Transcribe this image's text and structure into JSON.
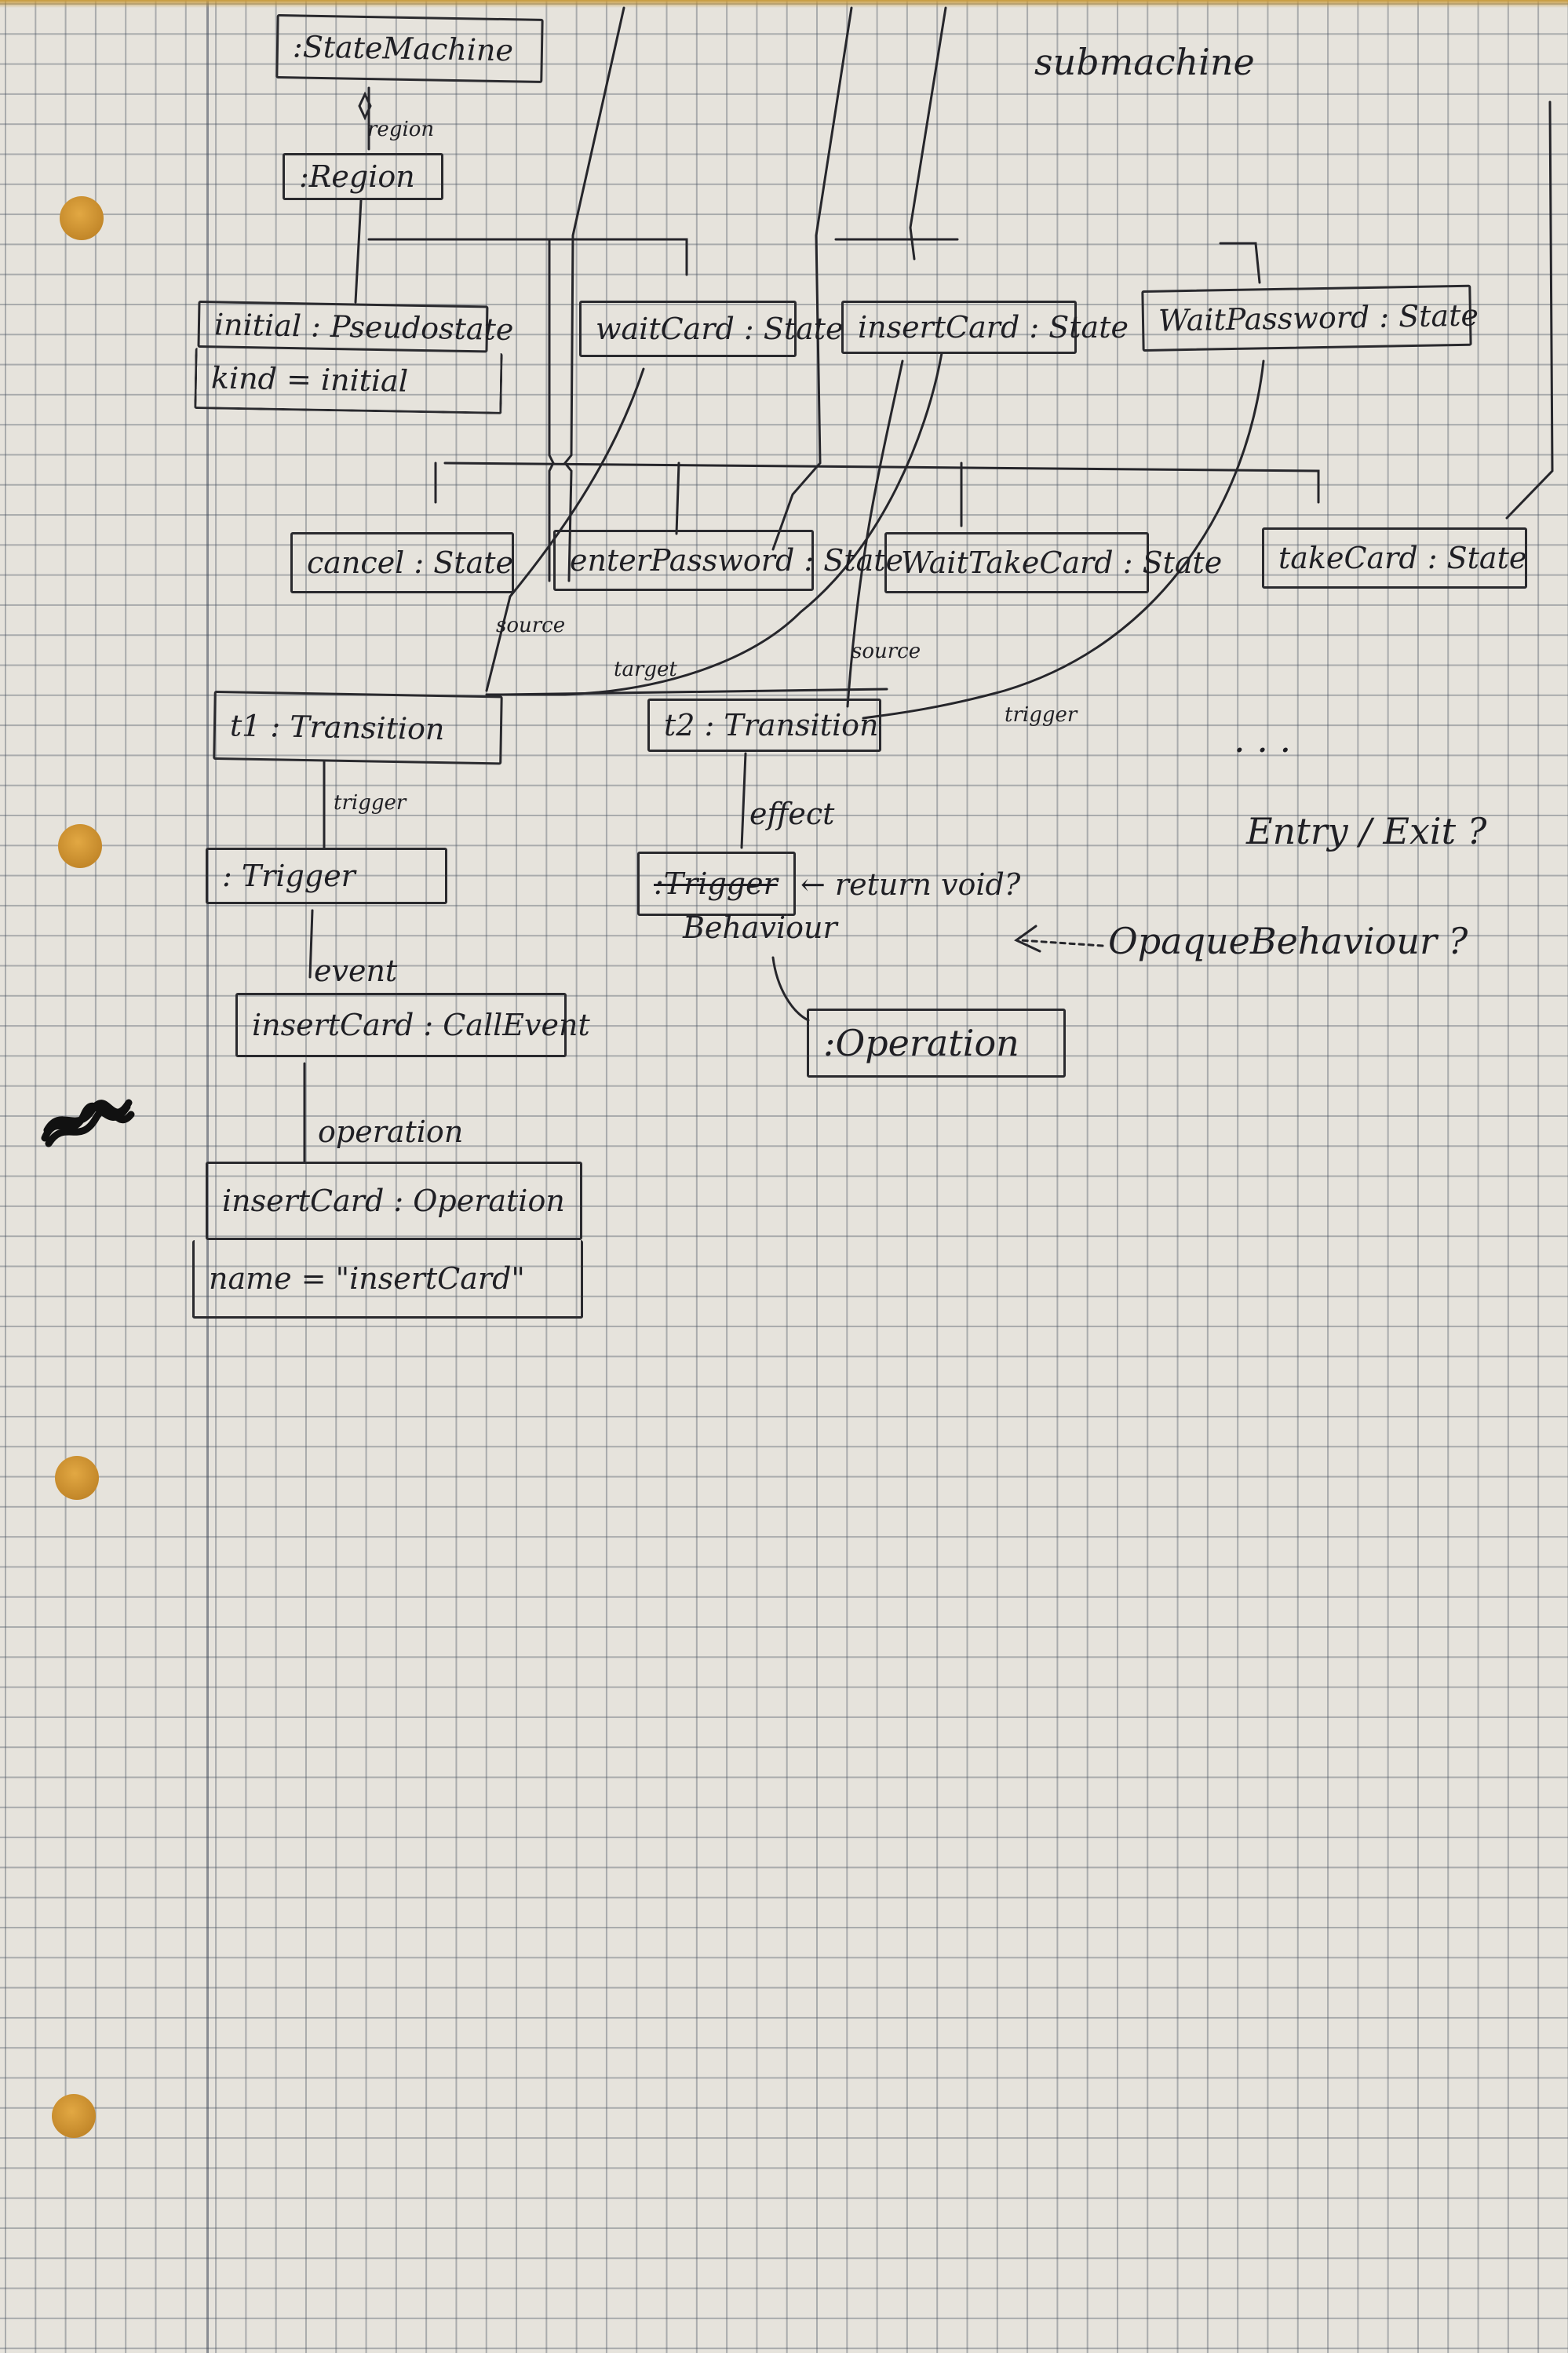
{
  "objects": {
    "state_machine": ":StateMachine",
    "region": ":Region",
    "initial": "initial : Pseudostate",
    "initial_kind": "kind = initial",
    "wait_card": "waitCard : State",
    "insert_card": "insertCard : State",
    "wait_password": "WaitPassword : State",
    "cancel": "cancel : State",
    "enter_password": "enterPassword : State",
    "wait_take_card": "WaitTakeCard : State",
    "take_card": "takeCard : State",
    "t1": "t1 : Transition",
    "t2": "t2 : Transition",
    "trigger": ": Trigger",
    "call_event": "insertCard : CallEvent",
    "operation_insert": "insertCard : Operation",
    "operation_name": "name = \"insertCard\"",
    "behavior_struck": ":Trigger",
    "behavior_word": "Behaviour",
    "operation_plain": ":Operation"
  },
  "labels": {
    "submachine": "submachine",
    "region": "region",
    "source_1": "source",
    "target": "target",
    "source_2": "source",
    "trigger_t2": "trigger",
    "trigger_t1": "trigger",
    "effect": "effect",
    "event": "event",
    "operation": "operation",
    "return_void": "← return void?",
    "opaque_behaviour": "OpaqueBehaviour ?",
    "entry_exit": "Entry / Exit ?",
    "dots": ". . ."
  },
  "colors": {
    "paper": "#e6e3dc",
    "grid": "#46505f",
    "ink": "#1f1f24",
    "punch_hole": "#d69b35"
  }
}
